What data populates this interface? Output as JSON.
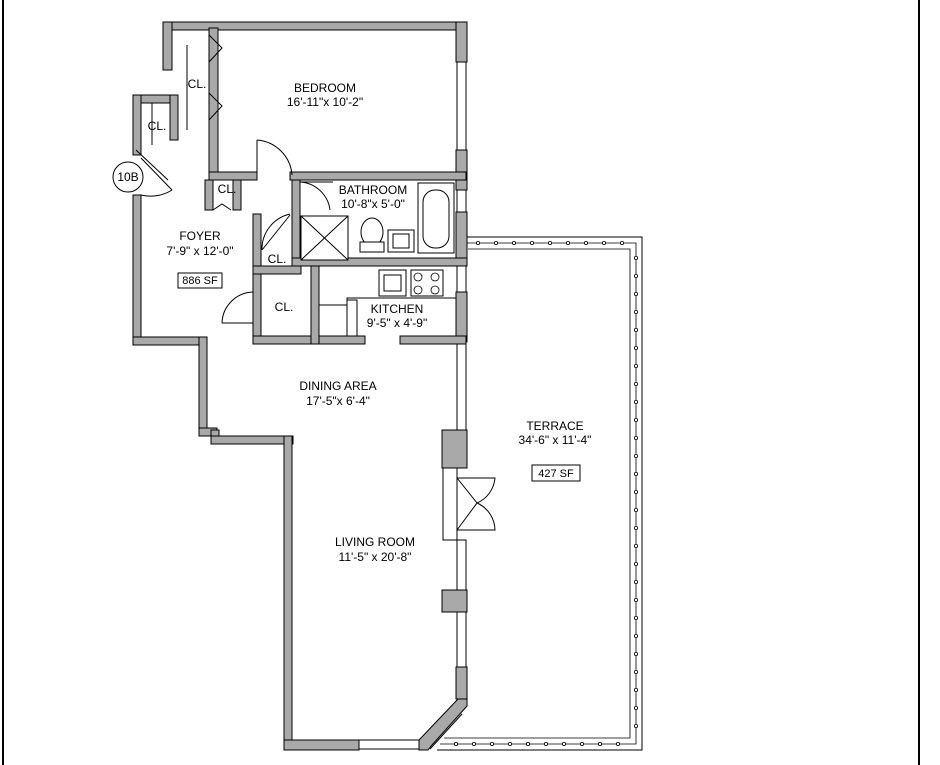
{
  "unit_tag": "10B",
  "rooms": {
    "bedroom": {
      "name": "BEDROOM",
      "dims": "16'-11\"x 10'-2\""
    },
    "bathroom": {
      "name": "BATHROOM",
      "dims": "10'-8\"x 5'-0\""
    },
    "foyer": {
      "name": "FOYER",
      "dims": "7'-9\" x 12'-0\""
    },
    "kitchen": {
      "name": "KITCHEN",
      "dims": "9'-5\" x 4'-9\""
    },
    "dining": {
      "name": "DINING AREA",
      "dims": "17'-5\"x 6'-4\""
    },
    "living": {
      "name": "LIVING ROOM",
      "dims": "11'-5\" x 20'-8\""
    },
    "terrace": {
      "name": "TERRACE",
      "dims": "34'-6\" x 11'-4\""
    }
  },
  "closets": {
    "cl1": "CL.",
    "cl2": "CL.",
    "cl3": "CL.",
    "cl4": "CL.",
    "cl5": "CL."
  },
  "areas": {
    "interior": "886 SF",
    "terrace": "427 SF"
  },
  "colors": {
    "wall": "#a9a9a9",
    "line": "#000000",
    "background": "#ffffff"
  }
}
